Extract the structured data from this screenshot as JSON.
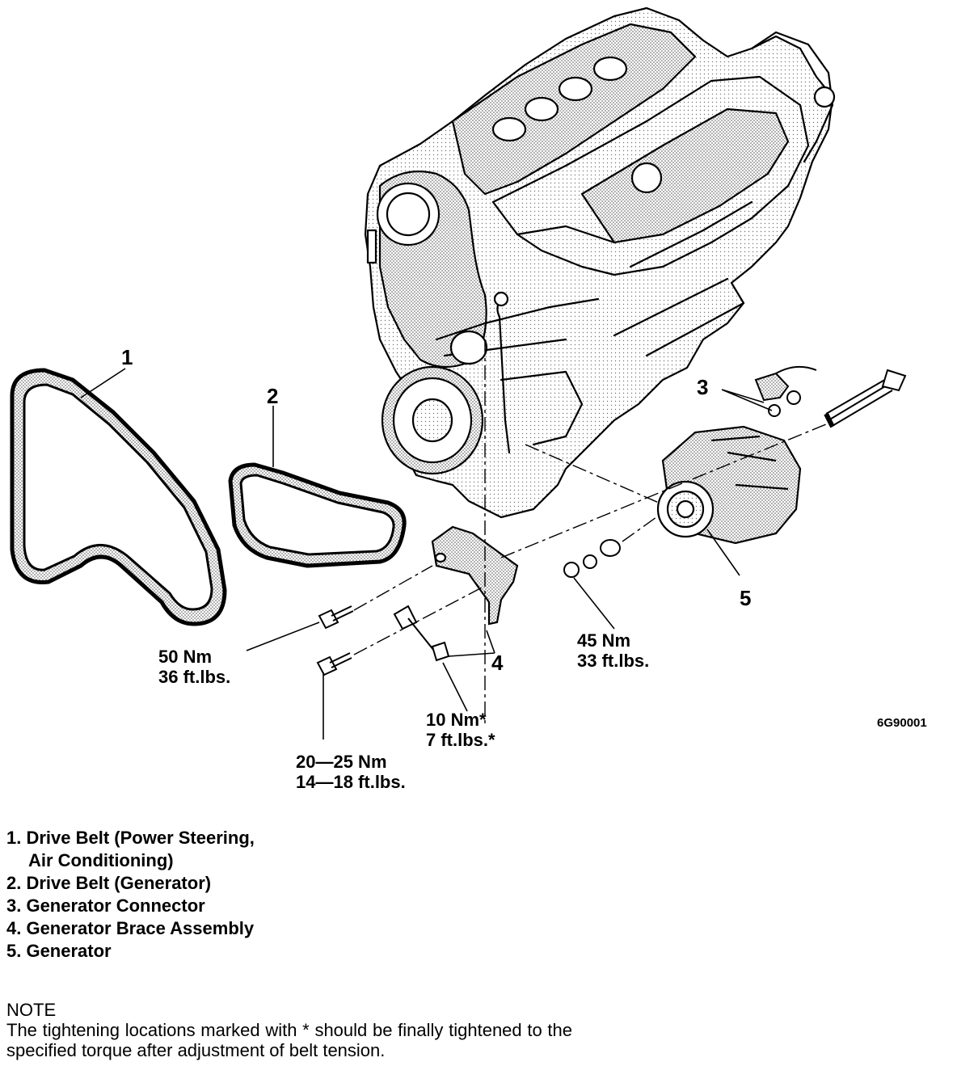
{
  "callouts": {
    "c1": "1",
    "c2": "2",
    "c3": "3",
    "c4": "4",
    "c5": "5"
  },
  "torques": {
    "t50_nm": "50 Nm",
    "t50_ft": "36 ft.lbs.",
    "t10_nm": "10 Nm*",
    "t10_ft": "7 ft.lbs.*",
    "t20_nm": "20—25 Nm",
    "t20_ft": "14—18 ft.lbs.",
    "t45_nm": "45 Nm",
    "t45_ft": "33 ft.lbs."
  },
  "figure_code": "6G90001",
  "legend": {
    "item1_line1": "1. Drive Belt (Power Steering,",
    "item1_line2": "Air Conditioning)",
    "item2": "2. Drive Belt (Generator)",
    "item3": "3. Generator Connector",
    "item4": "4. Generator Brace Assembly",
    "item5": "5. Generator"
  },
  "note": {
    "heading": "NOTE",
    "text": "The tightening locations marked with * should be finally tightened to the specified torque after adjustment of belt tension."
  }
}
